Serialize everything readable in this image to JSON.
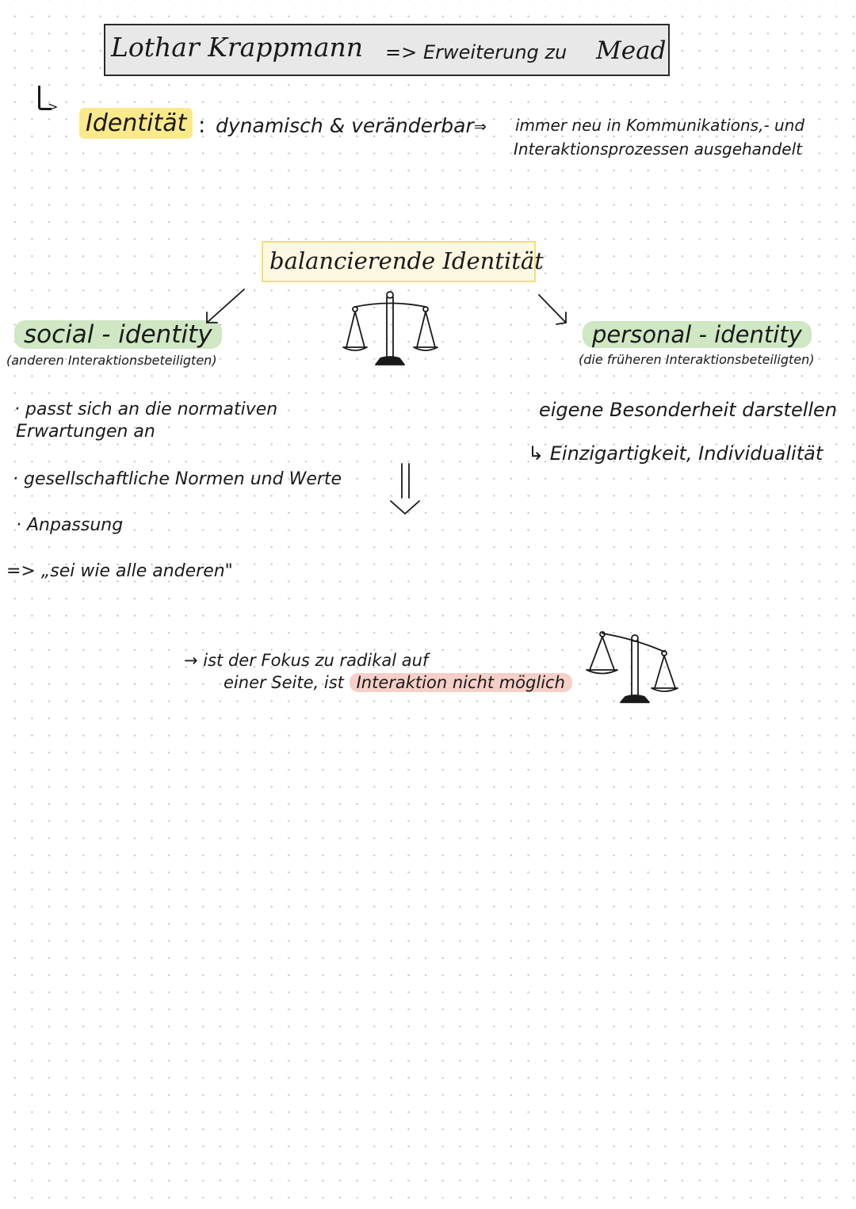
{
  "title": {
    "name": "Lothar Krappmann",
    "arrow": "=>",
    "subtitle": "Erweiterung zu",
    "ref": "Mead"
  },
  "identitaet": {
    "term": "Identität",
    "colon": ":",
    "description": "dynamisch & veränderbar",
    "arrow": "⇒",
    "note_line1": "immer neu in Kommunikations,- und",
    "note_line2": "Interaktionsprozessen ausgehandelt"
  },
  "balance": {
    "label": "balancierende Identität"
  },
  "social": {
    "label": "social - identity",
    "sub": "(anderen Interaktionsbeteiligten)",
    "items": [
      "· passt sich an die normativen",
      "Erwartungen an",
      "· gesellschaftliche Normen und Werte",
      "· Anpassung",
      "=> „sei wie alle anderen\""
    ]
  },
  "personal": {
    "label": "personal - identity",
    "sub": "(die früheren Interaktionsbeteiligten)",
    "items": [
      "eigene Besonderheit darstellen",
      "↳ Einzigartigkeit, Individualität"
    ]
  },
  "note": {
    "line1": "→ ist der Fokus zu radikal auf",
    "line2_prefix": "einer Seite, ist",
    "line2_highlight": "Interaktion nicht möglich"
  },
  "colors": {
    "title_box_bg": "#e8e8e8",
    "highlight_yellow": "#fbe98a",
    "highlight_green": "#cfe7c3",
    "highlight_red": "#f5cfc8",
    "balance_box_border": "#f1dd7c"
  },
  "icons": [
    "return-arrow-icon",
    "balance-scale-icon",
    "balance-scale-tilted-icon",
    "down-double-arrow-icon"
  ]
}
